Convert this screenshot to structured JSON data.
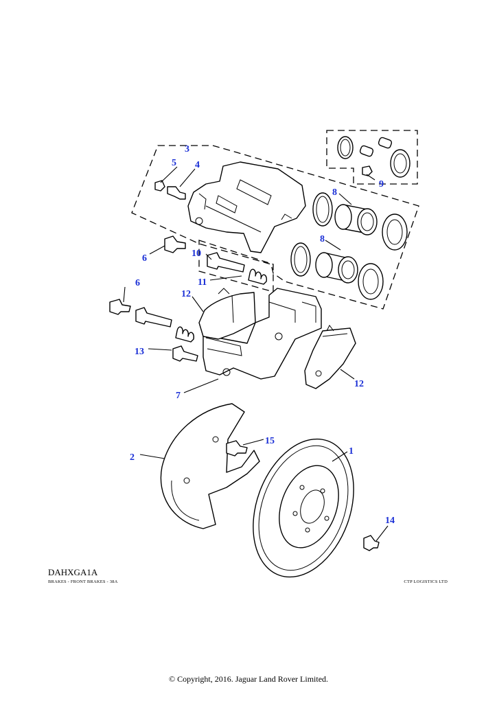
{
  "diagram_code": "DAHXGA1A",
  "subtitle": "BRAKES - FRONT BRAKES - 38A",
  "publisher": "CTP LOGISTICS LTD",
  "copyright": "© Copyright, 2016. Jaguar Land Rover Limited.",
  "colors": {
    "callout": "#1a2fd6",
    "line": "#000000",
    "background": "#ffffff"
  },
  "callouts": {
    "c1": "1",
    "c2": "2",
    "c3": "3",
    "c4": "4",
    "c5": "5",
    "c6a": "6",
    "c6b": "6",
    "c7": "7",
    "c8a": "8",
    "c8b": "8",
    "c9": "9",
    "c10": "10",
    "c11": "11",
    "c12a": "12",
    "c12b": "12",
    "c13": "13",
    "c14": "14",
    "c15": "15"
  }
}
